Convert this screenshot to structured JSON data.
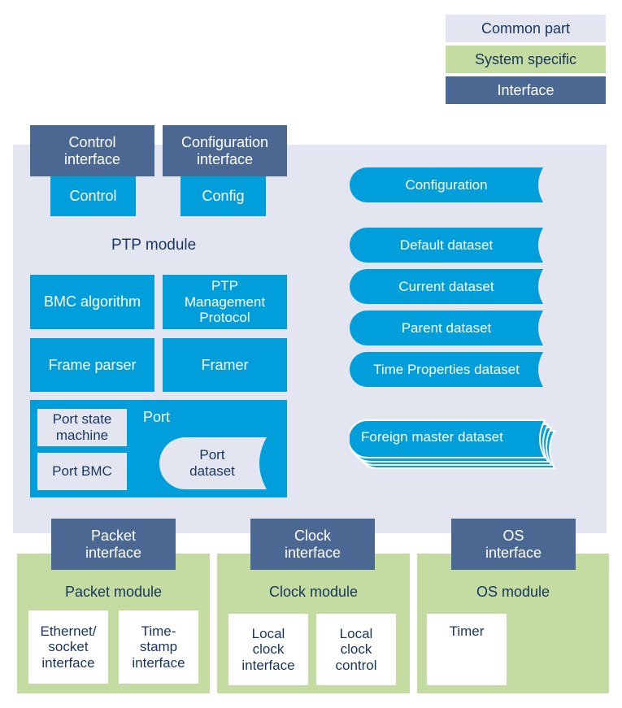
{
  "legend": {
    "common": "Common part",
    "system": "System specific",
    "interface": "Interface"
  },
  "colors": {
    "common": "#e3e6f0",
    "system_specific": "#c4dca1",
    "interface": "#4a6892",
    "module_block": "#009fdb",
    "text_dark": "#17355e"
  },
  "ptp": {
    "title": "PTP module",
    "control_interface": "Control\ninterface",
    "configuration_interface": "Configuration\ninterface",
    "control": "Control",
    "config": "Config",
    "bmc_algorithm": "BMC algorithm",
    "ptp_management": "PTP\nManagement\nProtocol",
    "frame_parser": "Frame parser",
    "framer": "Framer",
    "port": {
      "title": "Port",
      "state_machine": "Port state\nmachine",
      "bmc": "Port BMC",
      "dataset": "Port\ndataset"
    },
    "datasets": {
      "configuration": "Configuration",
      "default": "Default dataset",
      "current": "Current dataset",
      "parent": "Parent dataset",
      "time_properties": "Time Properties dataset",
      "foreign_master": "Foreign master dataset"
    }
  },
  "packet": {
    "interface": "Packet\ninterface",
    "title": "Packet module",
    "ethernet": "Ethernet/\nsocket\ninterface",
    "timestamp": "Time-\nstamp\ninterface"
  },
  "clock": {
    "interface": "Clock\ninterface",
    "title": "Clock module",
    "local_interface": "Local\nclock\ninterface",
    "local_control": "Local\nclock\ncontrol"
  },
  "os": {
    "interface": "OS\ninterface",
    "title": "OS module",
    "timer": "Timer"
  }
}
